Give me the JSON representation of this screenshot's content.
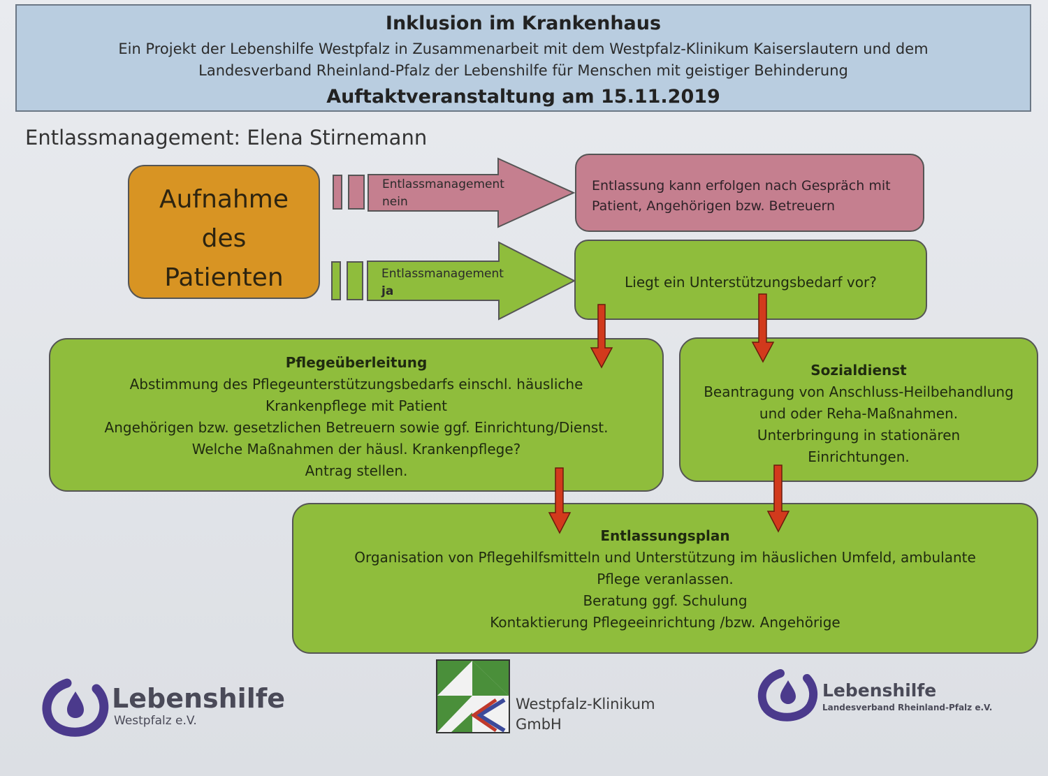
{
  "header": {
    "title": "Inklusion im Krankenhaus",
    "line1": "Ein Projekt der Lebenshilfe Westpfalz in Zusammenarbeit mit dem Westpfalz-Klinikum Kaiserslautern und dem",
    "line2": "Landesverband Rheinland-Pfalz der Lebenshilfe für Menschen mit geistiger Behinderung",
    "event": "Auftaktveranstaltung am 15.11.2019"
  },
  "subtitle": "Entlassmanagement: Elena Stirnemann",
  "start_box": {
    "lines": [
      "Aufnahme",
      "des",
      "Patienten"
    ]
  },
  "arrow_no": {
    "line1": "Entlassmanagement",
    "line2": "nein"
  },
  "arrow_yes": {
    "line1": "Entlassmanagement",
    "line2": "ja"
  },
  "no_result": {
    "line1": "Entlassung kann erfolgen nach Gespräch mit",
    "line2": "Patient, Angehörigen bzw. Betreuern"
  },
  "question": "Liegt ein Unterstützungsbedarf vor?",
  "pflege": {
    "heading": "Pflegeüberleitung",
    "lines": [
      "Abstimmung des Pflegeunterstützungsbedarfs einschl. häusliche",
      "Krankenpflege mit Patient",
      "Angehörigen bzw. gesetzlichen Betreuern sowie ggf. Einrichtung/Dienst.",
      "Welche Maßnahmen der häusl. Krankenpflege?",
      "Antrag stellen."
    ]
  },
  "sozial": {
    "heading": "Sozialdienst",
    "lines": [
      "Beantragung von Anschluss-Heilbehandlung",
      "und oder Reha-Maßnahmen.",
      "Unterbringung in stationären",
      "Einrichtungen."
    ]
  },
  "plan": {
    "heading": "Entlassungsplan",
    "lines": [
      "Organisation von Pflegehilfsmitteln und Unterstützung im häuslichen Umfeld, ambulante",
      "Pflege veranlassen.",
      "Beratung ggf. Schulung",
      "Kontaktierung Pflegeeinrichtung /bzw. Angehörige"
    ]
  },
  "logos": {
    "left": {
      "name": "Lebenshilfe",
      "sub": "Westpfalz e.V."
    },
    "center": {
      "line1": "Westpfalz-Klinikum",
      "line2": "GmbH"
    },
    "right": {
      "name": "Lebenshilfe",
      "sub": "Landesverband Rheinland-Pfalz e.V."
    }
  },
  "colors": {
    "header_bg": "#b9cde0",
    "orange": "#d89423",
    "pink": "#c57f8f",
    "green": "#8fbd3c",
    "arrow_red": "#d23a1c",
    "logo_purple": "#4b3a8c"
  }
}
